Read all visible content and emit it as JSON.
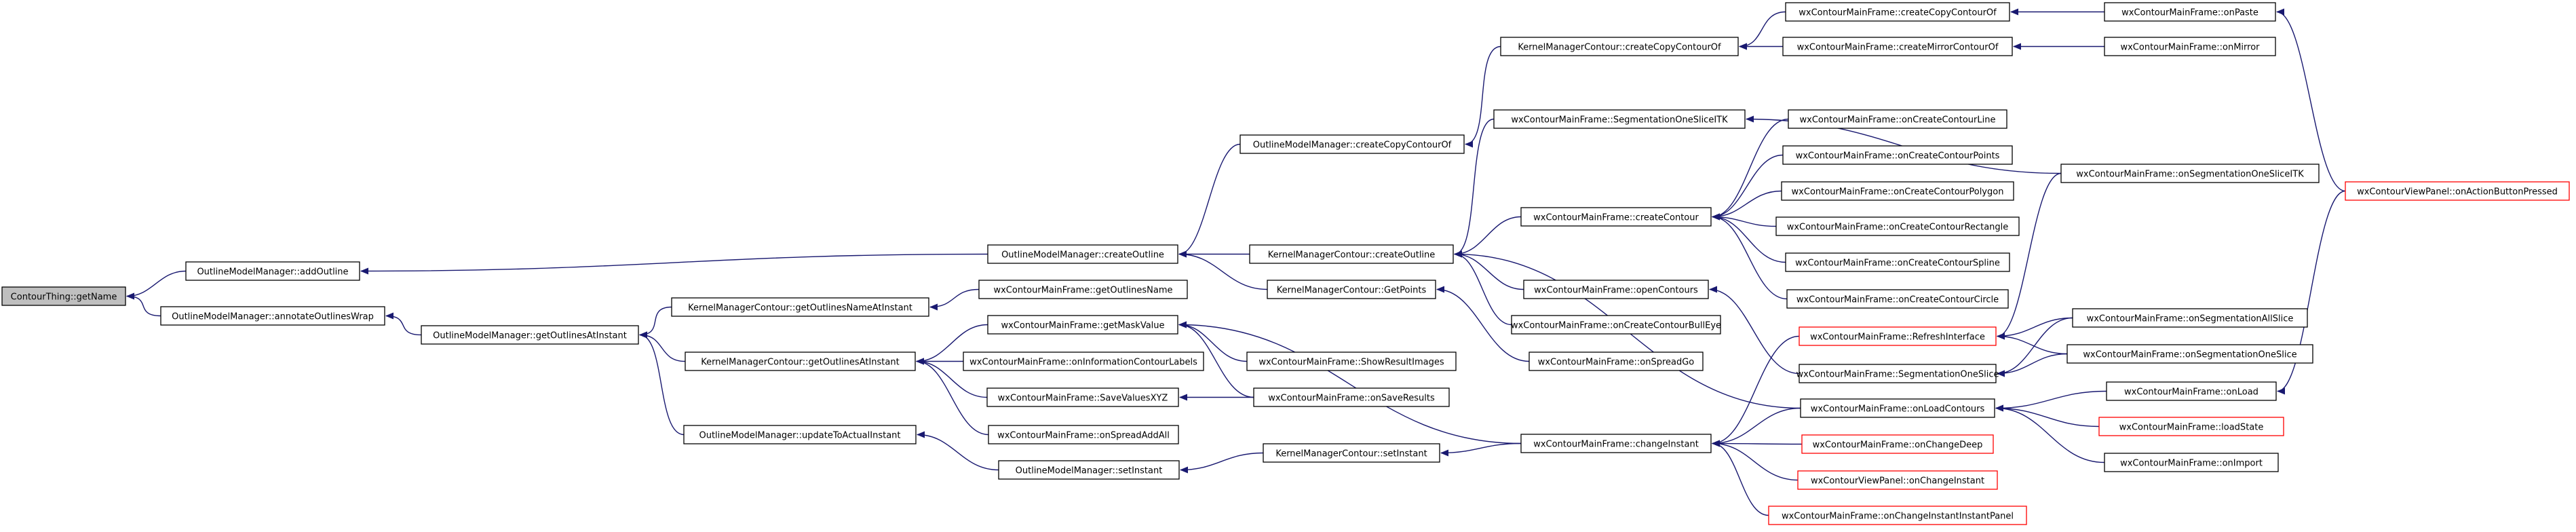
{
  "graph": {
    "nodes": [
      {
        "id": "n0",
        "label": "ContourThing::getName",
        "style": "root"
      },
      {
        "id": "n1",
        "label": "OutlineModelManager::addOutline",
        "style": "normal"
      },
      {
        "id": "n2",
        "label": "OutlineModelManager::annotateOutlinesWrap",
        "style": "normal"
      },
      {
        "id": "n3",
        "label": "OutlineModelManager::getOutlinesAtInstant",
        "style": "normal"
      },
      {
        "id": "n4",
        "label": "KernelManagerContour::getOutlinesNameAtInstant",
        "style": "normal"
      },
      {
        "id": "n5",
        "label": "KernelManagerContour::getOutlinesAtInstant",
        "style": "normal"
      },
      {
        "id": "n6",
        "label": "OutlineModelManager::updateToActualInstant",
        "style": "normal"
      },
      {
        "id": "n7",
        "label": "OutlineModelManager::setInstant",
        "style": "normal"
      },
      {
        "id": "n8",
        "label": "OutlineModelManager::createOutline",
        "style": "normal"
      },
      {
        "id": "n9",
        "label": "OutlineModelManager::createCopyContourOf",
        "style": "normal"
      },
      {
        "id": "n10",
        "label": "wxContourMainFrame::getOutlinesName",
        "style": "normal"
      },
      {
        "id": "n11",
        "label": "wxContourMainFrame::getMaskValue",
        "style": "normal"
      },
      {
        "id": "n12",
        "label": "wxContourMainFrame::onInformationContourLabels",
        "style": "normal"
      },
      {
        "id": "n13",
        "label": "wxContourMainFrame::SaveValuesXYZ",
        "style": "normal"
      },
      {
        "id": "n14",
        "label": "wxContourMainFrame::onSpreadAddAll",
        "style": "normal"
      },
      {
        "id": "n15",
        "label": "KernelManagerContour::createCopyContourOf",
        "style": "normal"
      },
      {
        "id": "n16",
        "label": "wxContourMainFrame::SegmentationOneSliceITK",
        "style": "normal"
      },
      {
        "id": "n17",
        "label": "KernelManagerContour::createOutline",
        "style": "normal"
      },
      {
        "id": "n18",
        "label": "KernelManagerContour::GetPoints",
        "style": "normal"
      },
      {
        "id": "n19",
        "label": "wxContourMainFrame::ShowResultImages",
        "style": "normal"
      },
      {
        "id": "n20",
        "label": "wxContourMainFrame::onSaveResults",
        "style": "normal"
      },
      {
        "id": "n21",
        "label": "KernelManagerContour::setInstant",
        "style": "normal"
      },
      {
        "id": "n22",
        "label": "wxContourMainFrame::createContour",
        "style": "normal"
      },
      {
        "id": "n23",
        "label": "wxContourMainFrame::openContours",
        "style": "normal"
      },
      {
        "id": "n24",
        "label": "wxContourMainFrame::onCreateContourBullEye",
        "style": "normal"
      },
      {
        "id": "n25",
        "label": "wxContourMainFrame::onSpreadGo",
        "style": "normal"
      },
      {
        "id": "n26",
        "label": "wxContourMainFrame::changeInstant",
        "style": "normal"
      },
      {
        "id": "n27",
        "label": "wxContourMainFrame::createCopyContourOf",
        "style": "normal"
      },
      {
        "id": "n28",
        "label": "wxContourMainFrame::createMirrorContourOf",
        "style": "normal"
      },
      {
        "id": "n29",
        "label": "wxContourMainFrame::onCreateContourLine",
        "style": "normal"
      },
      {
        "id": "n30",
        "label": "wxContourMainFrame::onCreateContourPoints",
        "style": "normal"
      },
      {
        "id": "n31",
        "label": "wxContourMainFrame::onCreateContourPolygon",
        "style": "normal"
      },
      {
        "id": "n32",
        "label": "wxContourMainFrame::onCreateContourRectangle",
        "style": "normal"
      },
      {
        "id": "n33",
        "label": "wxContourMainFrame::onCreateContourSpline",
        "style": "normal"
      },
      {
        "id": "n34",
        "label": "wxContourMainFrame::onCreateContourCircle",
        "style": "normal"
      },
      {
        "id": "n35",
        "label": "wxContourMainFrame::RefreshInterface",
        "style": "red"
      },
      {
        "id": "n36",
        "label": "wxContourMainFrame::SegmentationOneSlice",
        "style": "normal"
      },
      {
        "id": "n37",
        "label": "wxContourMainFrame::onLoadContours",
        "style": "normal"
      },
      {
        "id": "n38",
        "label": "wxContourMainFrame::onChangeDeep",
        "style": "red"
      },
      {
        "id": "n39",
        "label": "wxContourViewPanel::onChangeInstant",
        "style": "red"
      },
      {
        "id": "n40",
        "label": "wxContourMainFrame::onChangeInstantInstantPanel",
        "style": "red"
      },
      {
        "id": "n41",
        "label": "wxContourMainFrame::onPaste",
        "style": "normal"
      },
      {
        "id": "n42",
        "label": "wxContourMainFrame::onMirror",
        "style": "normal"
      },
      {
        "id": "n43",
        "label": "wxContourMainFrame::onSegmentationOneSliceITK",
        "style": "normal"
      },
      {
        "id": "n44",
        "label": "wxContourMainFrame::onSegmentationAllSlice",
        "style": "normal"
      },
      {
        "id": "n45",
        "label": "wxContourMainFrame::onSegmentationOneSlice",
        "style": "normal"
      },
      {
        "id": "n46",
        "label": "wxContourMainFrame::onLoad",
        "style": "normal"
      },
      {
        "id": "n47",
        "label": "wxContourMainFrame::loadState",
        "style": "red"
      },
      {
        "id": "n48",
        "label": "wxContourMainFrame::onImport",
        "style": "normal"
      },
      {
        "id": "n49",
        "label": "wxContourViewPanel::onActionButtonPressed",
        "style": "red"
      }
    ],
    "edges": [
      [
        "n1",
        "n0"
      ],
      [
        "n2",
        "n0"
      ],
      [
        "n8",
        "n1"
      ],
      [
        "n3",
        "n2"
      ],
      [
        "n4",
        "n3"
      ],
      [
        "n5",
        "n3"
      ],
      [
        "n6",
        "n3"
      ],
      [
        "n7",
        "n6"
      ],
      [
        "n9",
        "n8"
      ],
      [
        "n17",
        "n8"
      ],
      [
        "n18",
        "n8"
      ],
      [
        "n10",
        "n4"
      ],
      [
        "n11",
        "n5"
      ],
      [
        "n12",
        "n5"
      ],
      [
        "n13",
        "n5"
      ],
      [
        "n14",
        "n5"
      ],
      [
        "n21",
        "n7"
      ],
      [
        "n15",
        "n9"
      ],
      [
        "n16",
        "n17"
      ],
      [
        "n22",
        "n17"
      ],
      [
        "n23",
        "n17"
      ],
      [
        "n24",
        "n17"
      ],
      [
        "n37",
        "n17"
      ],
      [
        "n25",
        "n18"
      ],
      [
        "n19",
        "n11"
      ],
      [
        "n20",
        "n11"
      ],
      [
        "n26",
        "n11"
      ],
      [
        "n20",
        "n13"
      ],
      [
        "n26",
        "n21"
      ],
      [
        "n27",
        "n15"
      ],
      [
        "n28",
        "n15"
      ],
      [
        "n43",
        "n16"
      ],
      [
        "n29",
        "n22"
      ],
      [
        "n30",
        "n22"
      ],
      [
        "n31",
        "n22"
      ],
      [
        "n32",
        "n22"
      ],
      [
        "n33",
        "n22"
      ],
      [
        "n34",
        "n22"
      ],
      [
        "n36",
        "n23"
      ],
      [
        "n35",
        "n26"
      ],
      [
        "n37",
        "n26"
      ],
      [
        "n38",
        "n26"
      ],
      [
        "n39",
        "n26"
      ],
      [
        "n40",
        "n26"
      ],
      [
        "n41",
        "n27"
      ],
      [
        "n42",
        "n28"
      ],
      [
        "n43",
        "n35"
      ],
      [
        "n44",
        "n35"
      ],
      [
        "n45",
        "n35"
      ],
      [
        "n44",
        "n36"
      ],
      [
        "n45",
        "n36"
      ],
      [
        "n46",
        "n37"
      ],
      [
        "n47",
        "n37"
      ],
      [
        "n48",
        "n37"
      ],
      [
        "n49",
        "n41"
      ],
      [
        "n49",
        "n46"
      ]
    ]
  }
}
